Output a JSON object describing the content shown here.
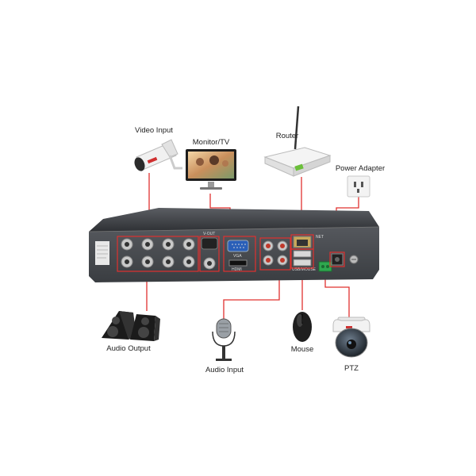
{
  "labels": {
    "video_input": "Video Input",
    "monitor": "Monitor/TV",
    "router": "Router",
    "power_adapter": "Power Adapter",
    "audio_output": "Audio Output",
    "audio_input": "Audio Input",
    "mouse": "Mouse",
    "ptz": "PTZ"
  },
  "panel": {
    "vga": "VGA",
    "net": "NET",
    "video_out": "V-OUT",
    "hdmi": "HDMI",
    "usb": "USB/MOUSE"
  },
  "colors": {
    "wire": "#e0312f",
    "chassis": "#3a3c40",
    "panel": "#4a4d52"
  }
}
